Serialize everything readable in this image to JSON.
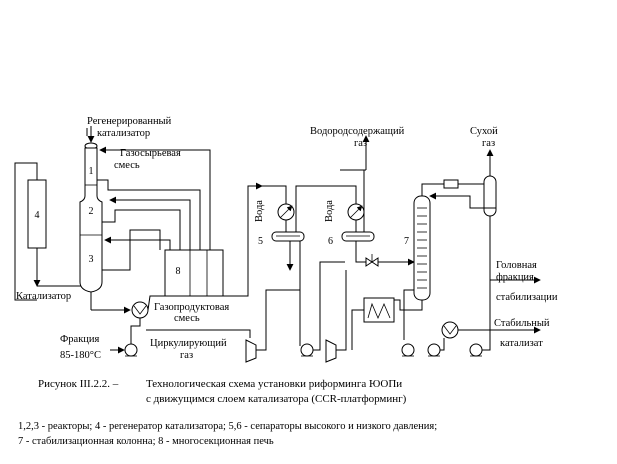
{
  "labels": {
    "regen_catalyst_1": "Регенерированный",
    "regen_catalyst_2": "катализатор",
    "gas_feed_1": "Газосырьевая",
    "gas_feed_2": "смесь",
    "hydrogen_gas_1": "Водородсодержащий",
    "hydrogen_gas_2": "газ",
    "dry_gas_1": "Сухой",
    "dry_gas_2": "газ",
    "water_1": "Вода",
    "water_2": "Вода",
    "catalyst_out": "Катализатор",
    "gas_product_1": "Газопродуктовая",
    "gas_product_2": "смесь",
    "fraction_1": "Фракция",
    "fraction_2": "85-180°С",
    "circulating_gas_1": "Циркулирующий",
    "circulating_gas_2": "газ",
    "head_fraction_1": "Головная",
    "head_fraction_2": "фракция",
    "head_fraction_3": "стабилизации",
    "stable_catalyzate_1": "Стабильный",
    "stable_catalyzate_2": "катализат"
  },
  "numbers": {
    "r1": "1",
    "r2": "2",
    "r3": "3",
    "regen": "4",
    "sep5": "5",
    "sep6": "6",
    "column": "7",
    "furnace": "8"
  },
  "caption": {
    "prefix": "Рисунок III.2.2. –",
    "line1": "Технологическая схема установки риформинга ЮОПи",
    "line2": "с движущимся слоем катализатора (CCR-платформинг)"
  },
  "legend": {
    "line1": "1,2,3 - реакторы; 4 - регенератор катализатора; 5,6 - сепараторы высокого и низкого давления;",
    "line2": "7 -  стабилизационная колонна; 8 - многосекционная печь"
  }
}
